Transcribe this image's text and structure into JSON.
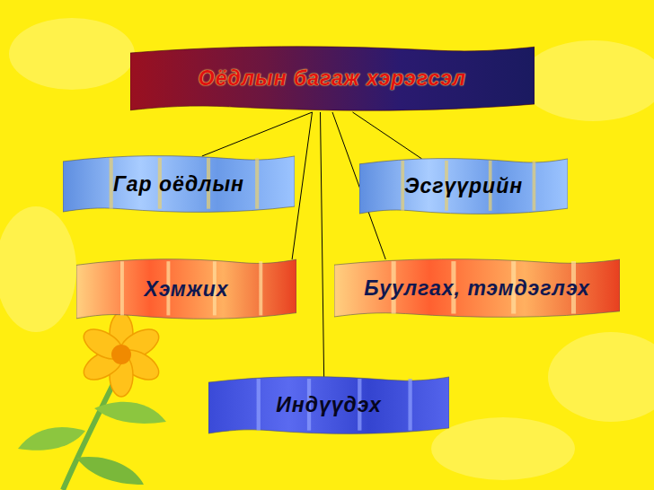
{
  "diagram": {
    "nodes": [
      {
        "text": [
          "Оёдлын багаж хэрэгсэл"
        ]
      },
      {
        "text": [
          "Гар оёдлын"
        ]
      },
      {
        "text": [
          "Эсгүүрийн"
        ]
      },
      {
        "text": [
          "Хэмжих"
        ]
      },
      {
        "text": [
          "Буулгах, тэмдэглэх"
        ]
      },
      {
        "text": [
          "Индүүдэх"
        ]
      }
    ],
    "edges": [
      {
        "from": 0,
        "to": 1,
        "arrow": "none"
      },
      {
        "from": 0,
        "to": 2,
        "arrow": "none"
      },
      {
        "from": 0,
        "to": 3,
        "arrow": "none"
      },
      {
        "from": 0,
        "to": 4,
        "arrow": "none"
      },
      {
        "from": 0,
        "to": 5,
        "arrow": "none"
      }
    ]
  }
}
